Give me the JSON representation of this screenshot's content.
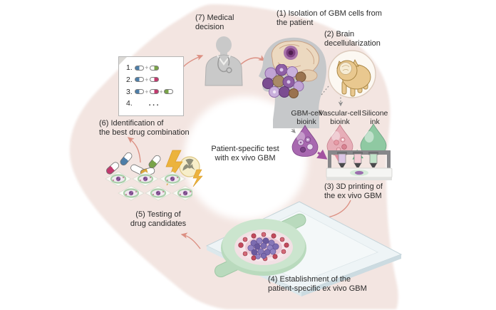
{
  "figure": {
    "center_label": "Patient-specific test\nwith ex vivo GBM"
  },
  "steps": [
    {
      "id": 1,
      "label": "(1) Isolation of GBM cells from\nthe patient"
    },
    {
      "id": 2,
      "label": "(2) Brain\ndecellularization"
    },
    {
      "id": 3,
      "label": "(3) 3D printing of\nthe ex vivo GBM"
    },
    {
      "id": 4,
      "label": "(4) Establishment of the\npatient-specific ex vivo GBM"
    },
    {
      "id": 5,
      "label": "(5) Testing of\ndrug candidates"
    },
    {
      "id": 6,
      "label": "(6) Identification of\nthe best drug combination"
    },
    {
      "id": 7,
      "label": "(7) Medical\ndecision"
    }
  ],
  "bioinks": [
    {
      "label": "GBM-cell\nbioink"
    },
    {
      "label": "Vascular-cell\nbioink"
    },
    {
      "label": "Silicone\nink"
    }
  ],
  "drug_list": {
    "separator": "+",
    "items": [
      {
        "num": "1.",
        "pills": [
          "blue",
          "green"
        ]
      },
      {
        "num": "2.",
        "pills": [
          "blue",
          "pink"
        ]
      },
      {
        "num": "3.",
        "pills": [
          "blue",
          "pink",
          "green"
        ]
      },
      {
        "num": "4.",
        "pills": [],
        "suffix": "..."
      }
    ]
  },
  "icons": {
    "doctor": "doctor-icon",
    "patient_head": "patient-head-brain-icon",
    "tumor": "tumor-icon",
    "gbm_cells": "gbm-cell-cluster-icon",
    "pig": "pig-brain-donor-icon",
    "gbm_droplet": "gbm-bioink-droplet-icon",
    "vascular_droplet": "vascular-bioink-droplet-icon",
    "silicone_droplet": "silicone-ink-droplet-icon",
    "printer": "3d-printer-icon",
    "chip": "gbm-on-chip-icon",
    "capsules": "drug-capsules-icon",
    "radiation": "radiation-bolt-icon",
    "mini_chips": "drug-test-chips-icon",
    "paper": "drug-combination-list-paper"
  },
  "colors": {
    "ring": "#f3e5e1",
    "arrow": "#dc9083",
    "dotted": "#8f8f8f",
    "text": "#2b2b2b",
    "pill_blue": "#4d7ea8",
    "pill_pink": "#c13a6e",
    "pill_green": "#79a348",
    "pill_yellow": "#daa53a",
    "gbm_bioink": "#a868b0",
    "vascular_bioink": "#e7aeb8",
    "silicone_ink": "#8fc9a2",
    "chip_ring_green": "#b9dabd",
    "bolt_yellow": "#ecb33d"
  }
}
